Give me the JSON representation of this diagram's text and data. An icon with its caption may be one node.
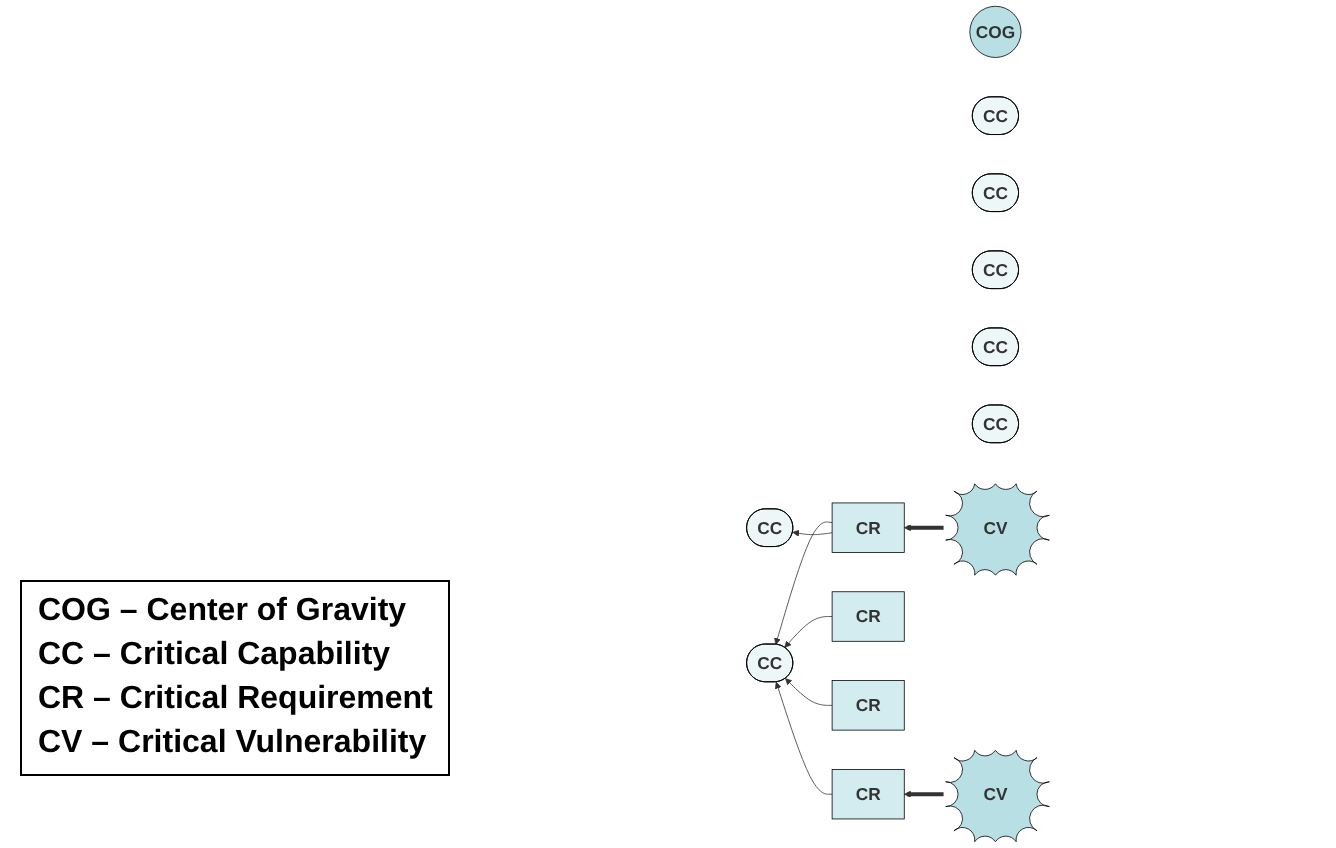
{
  "diagram": {
    "nodes": [
      {
        "text": [
          "COG"
        ]
      },
      {
        "text": [
          "CC"
        ]
      },
      {
        "text": [
          "CC"
        ]
      },
      {
        "text": [
          "CC"
        ]
      },
      {
        "text": [
          "CC"
        ]
      },
      {
        "text": [
          "CC"
        ]
      },
      {
        "text": [
          "CC"
        ]
      },
      {
        "text": [
          "CC"
        ]
      },
      {
        "text": [
          "CR"
        ]
      },
      {
        "text": [
          "CR"
        ]
      },
      {
        "text": [
          "CR"
        ]
      },
      {
        "text": [
          "CR"
        ]
      },
      {
        "text": [
          "CV"
        ]
      },
      {
        "text": [
          "CV"
        ]
      }
    ],
    "edges": [
      {
        "from": 8,
        "to": 7,
        "arrow": "to"
      },
      {
        "from": 8,
        "to": 6,
        "arrow": "to"
      },
      {
        "from": 9,
        "to": 7,
        "arrow": "to"
      },
      {
        "from": 10,
        "to": 7,
        "arrow": "to"
      },
      {
        "from": 11,
        "to": 7,
        "arrow": "to"
      },
      {
        "from": 12,
        "to": 8,
        "arrow": "to",
        "style": "thick"
      },
      {
        "from": 13,
        "to": 11,
        "arrow": "to",
        "style": "thick"
      }
    ],
    "labels": [
      "COG – Center of Gravity",
      "CC – Critical Capability",
      "CR – Critical Requirement",
      "CV – Critical Vulnerability"
    ]
  }
}
